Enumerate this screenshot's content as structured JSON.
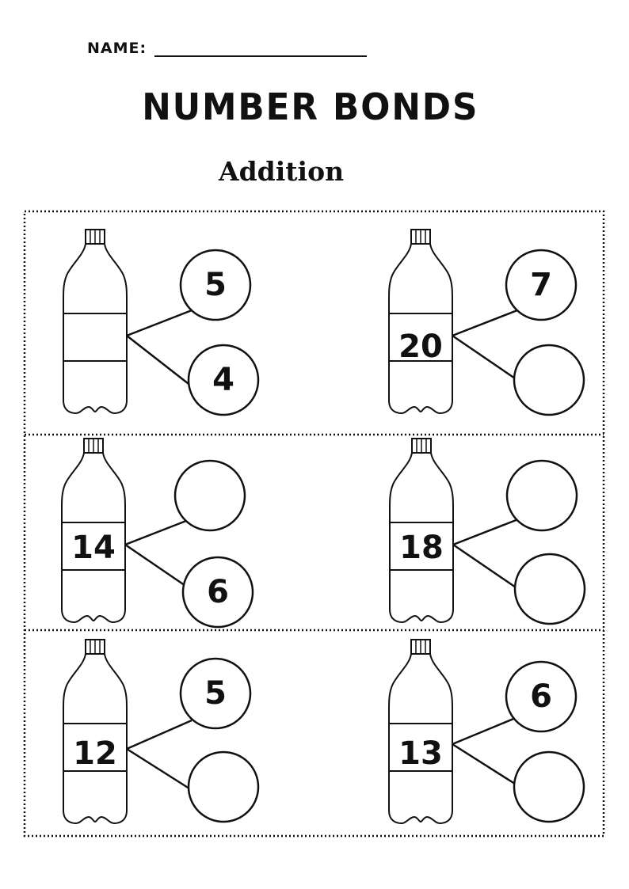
{
  "header": {
    "name_label": "NAME:"
  },
  "title": "NUMBER BONDS",
  "subtitle": "Addition",
  "problems": [
    {
      "whole": "",
      "top": "5",
      "bottom": "4"
    },
    {
      "whole": "20",
      "top": "7",
      "bottom": ""
    },
    {
      "whole": "14",
      "top": "",
      "bottom": "6"
    },
    {
      "whole": "18",
      "top": "",
      "bottom": ""
    },
    {
      "whole": "12",
      "top": "5",
      "bottom": ""
    },
    {
      "whole": "13",
      "top": "6",
      "bottom": ""
    }
  ]
}
